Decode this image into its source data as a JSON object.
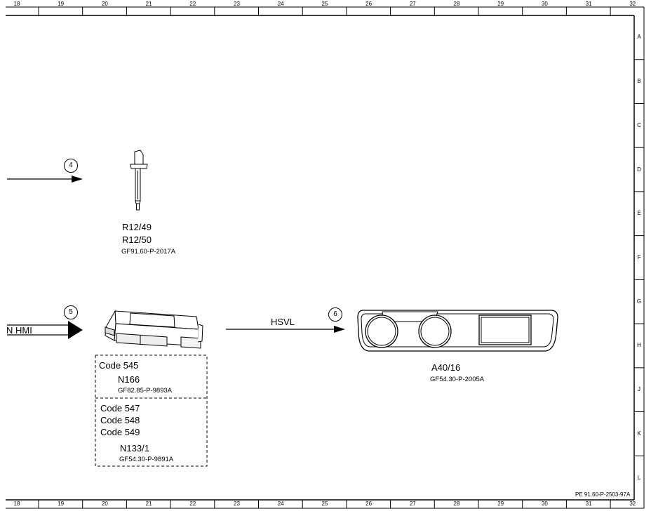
{
  "columns": [
    "18",
    "19",
    "20",
    "21",
    "22",
    "23",
    "24",
    "25",
    "26",
    "27",
    "28",
    "29",
    "30",
    "31",
    "32"
  ],
  "rows": [
    "A",
    "B",
    "C",
    "D",
    "E",
    "F",
    "G",
    "H",
    "J",
    "K",
    "L"
  ],
  "sheet_reference": "PE 91.60-P-2503-97A",
  "connections": {
    "marker_4": "4",
    "marker_5": "5",
    "marker_6": "6",
    "bus_in_label": "N HMI",
    "bus_out_label": "HSVL"
  },
  "sensor": {
    "label_1": "R12/49",
    "label_2": "R12/50",
    "document": "GF91.60-P-2017A"
  },
  "control_unit": {
    "code_a": "Code 545",
    "name_a": "N166",
    "document_a": "GF82.85-P-9893A",
    "codes_b": [
      "Code 547",
      "Code 548",
      "Code 549"
    ],
    "name_b": "N133/1",
    "document_b": "GF54.30-P-9891A"
  },
  "cluster": {
    "name": "A40/16",
    "document": "GF54.30-P-2005A"
  }
}
